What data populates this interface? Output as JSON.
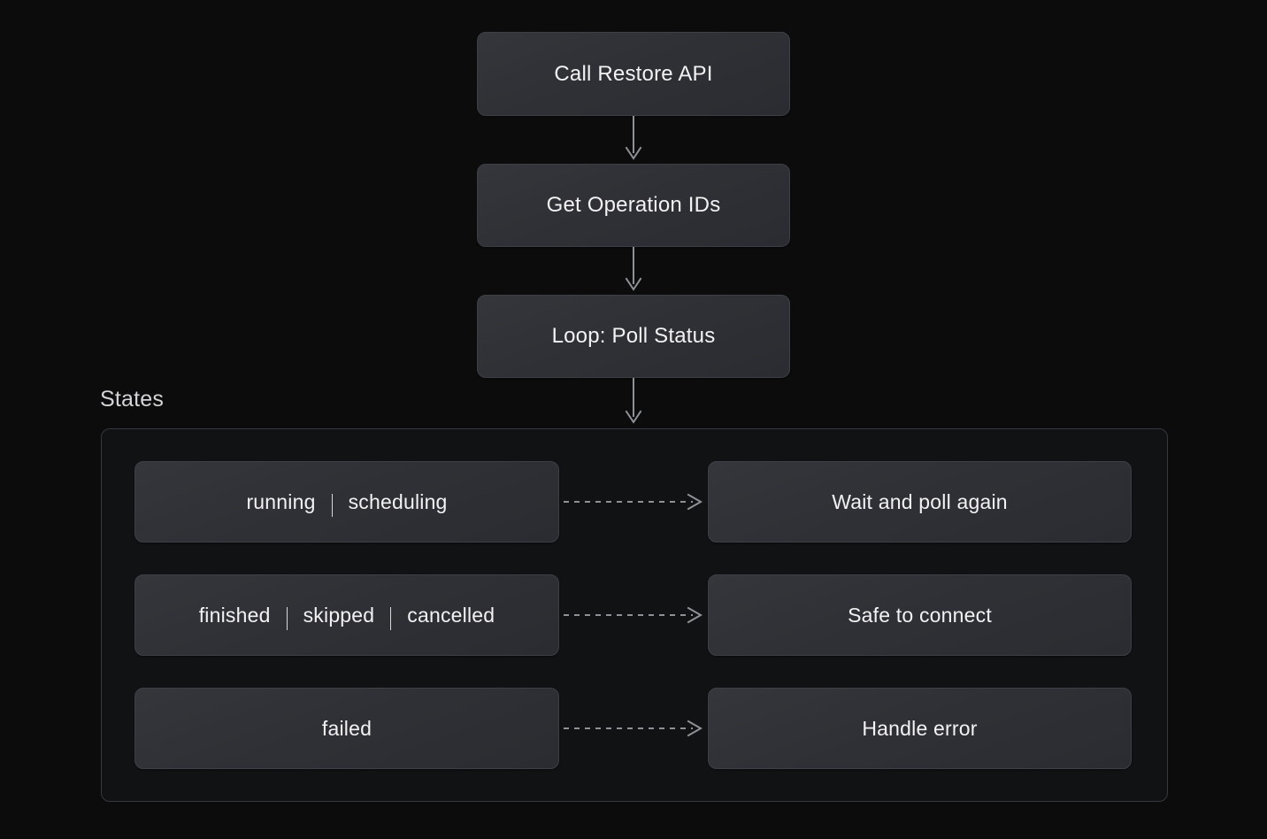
{
  "diagram": {
    "type": "flowchart",
    "title_visible": false,
    "background_color": "#0c0c0d",
    "node_fill_top": "#34363b",
    "node_fill_bottom": "#2a2c31",
    "node_border_color": "#3c3f45",
    "text_color": "#f2f2f3",
    "arrow_color": "#8e9196",
    "group_border_color": "#35383d",
    "group_fill_color": "#111214"
  },
  "flow": {
    "steps": [
      {
        "id": "call-restore",
        "label": "Call Restore API"
      },
      {
        "id": "get-operation-ids",
        "label": "Get Operation IDs"
      },
      {
        "id": "loop-poll-status",
        "label": "Loop: Poll Status"
      }
    ]
  },
  "states_group": {
    "label": "States",
    "rows": [
      {
        "id": "running-scheduling",
        "states": [
          "running",
          "scheduling"
        ],
        "separator": "|",
        "action": "Wait and poll again",
        "edge_style": "dashed"
      },
      {
        "id": "finished-skipped-cancelled",
        "states": [
          "finished",
          "skipped",
          "cancelled"
        ],
        "separator": "|",
        "action": "Safe to connect",
        "edge_style": "dashed"
      },
      {
        "id": "failed",
        "states": [
          "failed"
        ],
        "separator": "|",
        "action": "Handle error",
        "edge_style": "dashed"
      }
    ]
  }
}
